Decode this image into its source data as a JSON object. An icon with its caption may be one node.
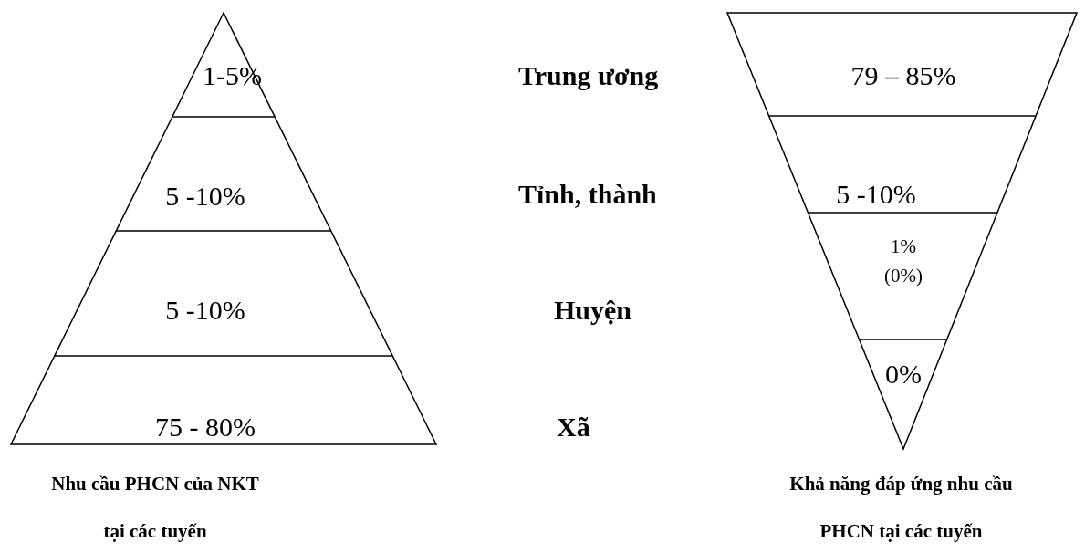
{
  "diagram": {
    "nodes": [
      {
        "text": [
          "Nhu cầu PHCN của NKT tại các tuyến"
        ]
      },
      {
        "text": [
          "1-5%"
        ],
        "in": 0
      },
      {
        "text": [
          "5 -10%"
        ],
        "in": 0
      },
      {
        "text": [
          "5 -10%"
        ],
        "in": 0
      },
      {
        "text": [
          "75  -  80%"
        ],
        "in": 0
      },
      {
        "text": [
          "Khả năng đáp ứng nhu cầu PHCN tại các tuyến"
        ]
      },
      {
        "text": [
          "79 – 85%"
        ],
        "in": 5
      },
      {
        "text": [
          "5 -10%"
        ],
        "in": 5
      },
      {
        "text": [
          "1% (0%)"
        ],
        "in": 5
      },
      {
        "text": [
          "0%"
        ],
        "in": 5
      }
    ],
    "edges": [],
    "labels": [
      "Trung ương",
      "Tỉnh, thành",
      "Huyện",
      "Xã"
    ]
  }
}
